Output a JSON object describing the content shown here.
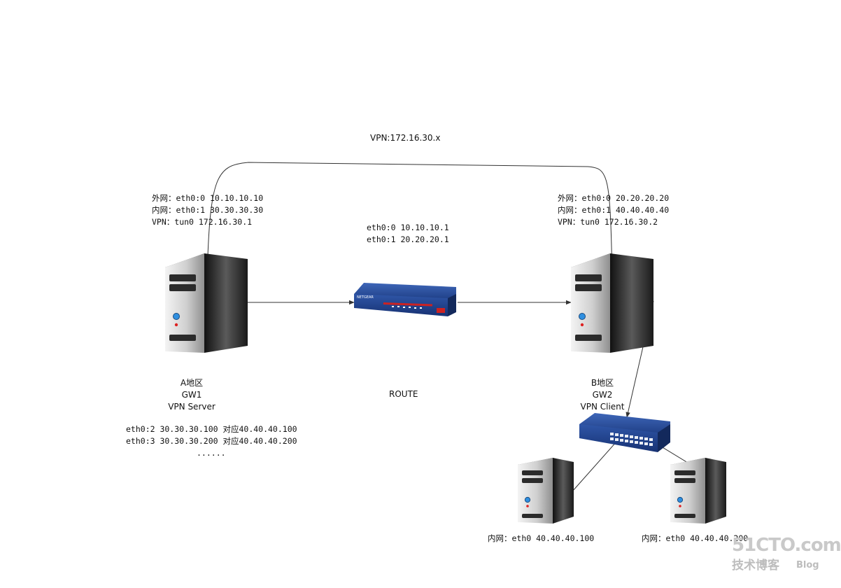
{
  "vpn_label": "VPN:172.16.30.x",
  "gw1": {
    "lines": [
      "外网：eth0:0  10.10.10.10",
      "内网：eth0:1  30.30.30.30",
      "VPN：tun0    172.16.30.1"
    ],
    "caption": [
      "A地区",
      "GW1",
      "VPN Server"
    ],
    "aliases": [
      "eth0:2  30.30.30.100 对应40.40.40.100",
      "eth0:3  30.30.30.200 对应40.40.40.200",
      "......"
    ]
  },
  "router": {
    "lines": [
      "eth0:0  10.10.10.1",
      "eth0:1  20.20.20.1"
    ],
    "caption": "ROUTE"
  },
  "gw2": {
    "lines": [
      "外网：eth0:0  20.20.20.20",
      "内网：eth0:1  40.40.40.40",
      "VPN：tun0     172.16.30.2"
    ],
    "caption": [
      "B地区",
      "GW2",
      "VPN Client"
    ]
  },
  "host1": {
    "label": "内网：eth0   40.40.40.100"
  },
  "host2": {
    "label": "内网：eth0   40.40.40.200"
  },
  "watermark": {
    "site": "51CTO.com",
    "cn": "技术博客",
    "blog": "Blog"
  },
  "colors": {
    "line": "#444444",
    "device_blue": "#2b4f9e",
    "server_dark": "#2a2a2a"
  }
}
